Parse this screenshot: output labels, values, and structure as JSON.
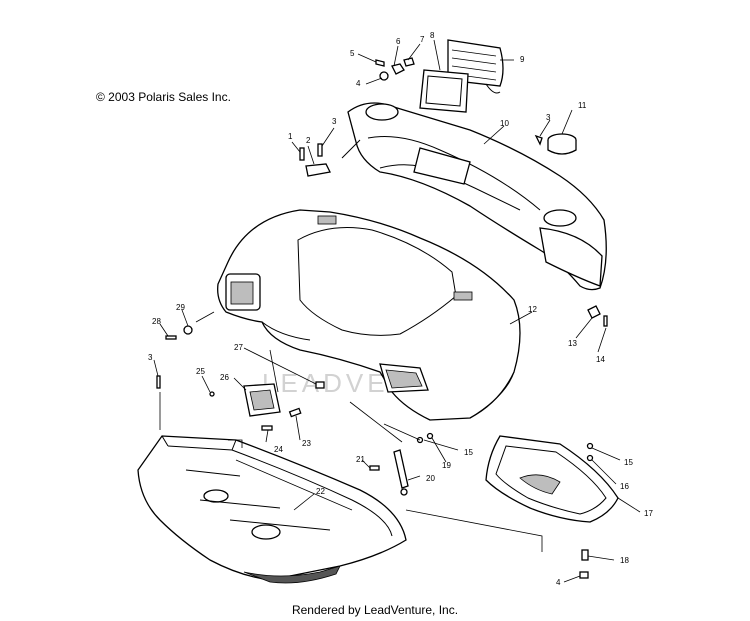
{
  "copyright": "© 2003 Polaris Sales Inc.",
  "footer": "Rendered by LeadVenture, Inc.",
  "watermark": "LEADVENTURE",
  "callouts": {
    "c1": "1",
    "c2": "2",
    "c3a": "3",
    "c3b": "3",
    "c3c": "3",
    "c4a": "4",
    "c4b": "4",
    "c5": "5",
    "c6": "6",
    "c7": "7",
    "c8": "8",
    "c9": "9",
    "c10": "10",
    "c11": "11",
    "c12": "12",
    "c13": "13",
    "c14": "14",
    "c15a": "15",
    "c15b": "15",
    "c16": "16",
    "c17": "17",
    "c18": "18",
    "c19": "19",
    "c20": "20",
    "c21": "21",
    "c22": "22",
    "c23": "23",
    "c24": "24",
    "c25": "25",
    "c26": "26",
    "c27": "27",
    "c28": "28",
    "c29": "29"
  }
}
